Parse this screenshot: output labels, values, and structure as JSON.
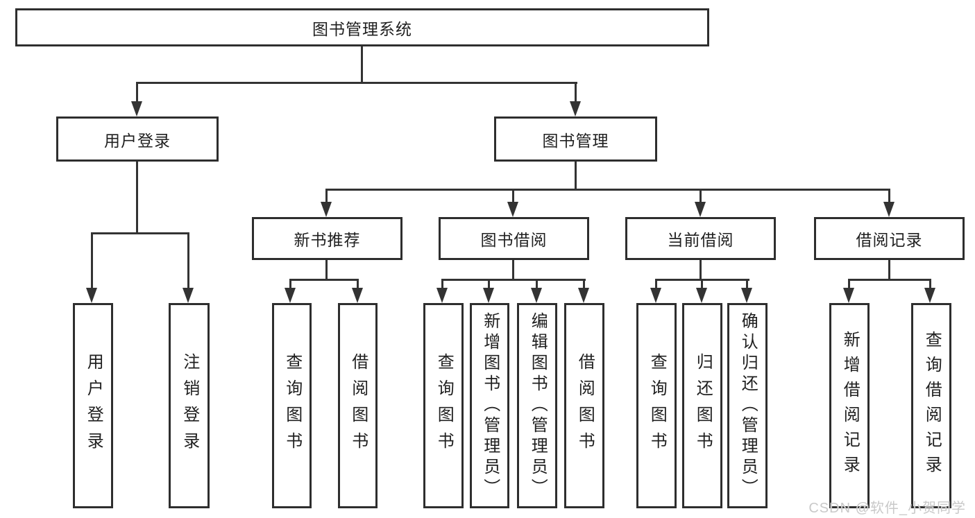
{
  "diagram_type": "hierarchy-tree",
  "colors": {
    "line": "#333333",
    "box_border": "#2e2e2e",
    "text": "#1f1f1f",
    "watermark": "#c9c9c9",
    "background": "#ffffff"
  },
  "tree": {
    "label": "图书管理系统",
    "children": [
      {
        "label": "用户登录",
        "children": [
          {
            "label": "用户登录"
          },
          {
            "label": "注销登录"
          }
        ]
      },
      {
        "label": "图书管理",
        "children": [
          {
            "label": "新书推荐",
            "children": [
              {
                "label": "查询图书"
              },
              {
                "label": "借阅图书"
              }
            ]
          },
          {
            "label": "图书借阅",
            "children": [
              {
                "label": "查询图书"
              },
              {
                "label": "新增图书（管理员）"
              },
              {
                "label": "编辑图书（管理员）"
              },
              {
                "label": "借阅图书"
              }
            ]
          },
          {
            "label": "当前借阅",
            "children": [
              {
                "label": "查询图书"
              },
              {
                "label": "归还图书"
              },
              {
                "label": "确认归还（管理员）"
              }
            ]
          },
          {
            "label": "借阅记录",
            "children": [
              {
                "label": "新增借阅记录"
              },
              {
                "label": "查询借阅记录"
              }
            ]
          }
        ]
      }
    ]
  },
  "watermark": {
    "text": "CSDN @软件_小贺同学"
  }
}
